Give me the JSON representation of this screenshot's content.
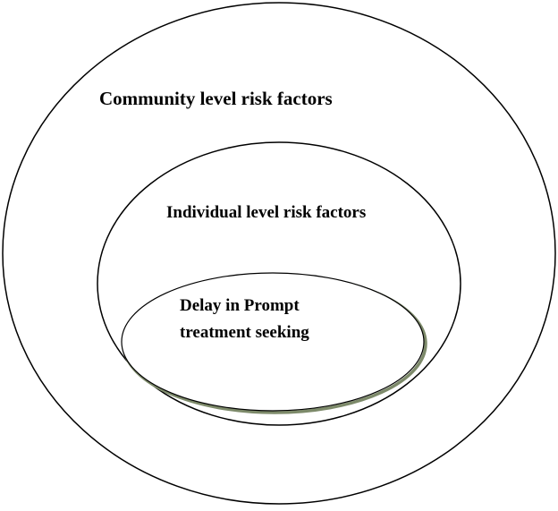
{
  "diagram": {
    "outer_label": "Community level risk factors",
    "middle_label": "Individual level risk factors",
    "inner_label_line1": "Delay in Prompt",
    "inner_label_line2": "treatment seeking",
    "colors": {
      "stroke": "#000000",
      "fill": "#ffffff",
      "inner_shadow": "#7d8a6a"
    }
  }
}
